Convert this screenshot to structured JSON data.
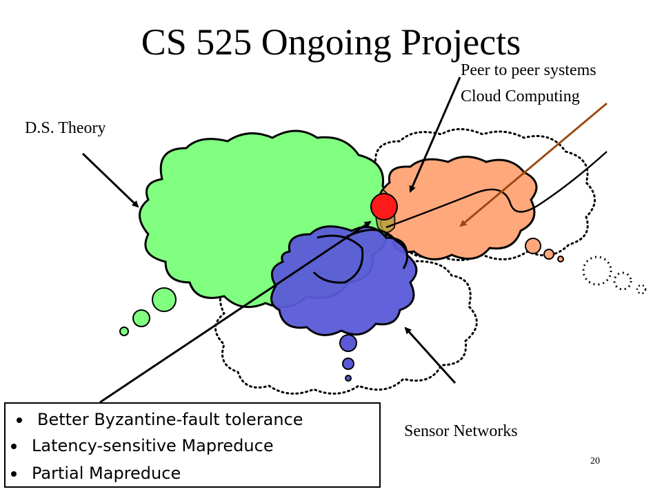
{
  "slide": {
    "title": "CS 525 Ongoing Projects",
    "page_number": "20"
  },
  "labels": {
    "theory": "D.S. Theory",
    "p2p": "Peer to peer systems",
    "cloud": "Cloud Computing",
    "sensor": "Sensor Networks"
  },
  "bullets": [
    "Better Byzantine-fault tolerance",
    "Latency-sensitive Mapreduce",
    "Partial Mapreduce"
  ],
  "colors": {
    "theory_cloud": "#80ff80",
    "p2p_cloud": "#ffa87c",
    "sensor_cloud": "#5a5ad8",
    "highlight_dot": "#ff1a1a",
    "dotted_outline": "#000000"
  }
}
